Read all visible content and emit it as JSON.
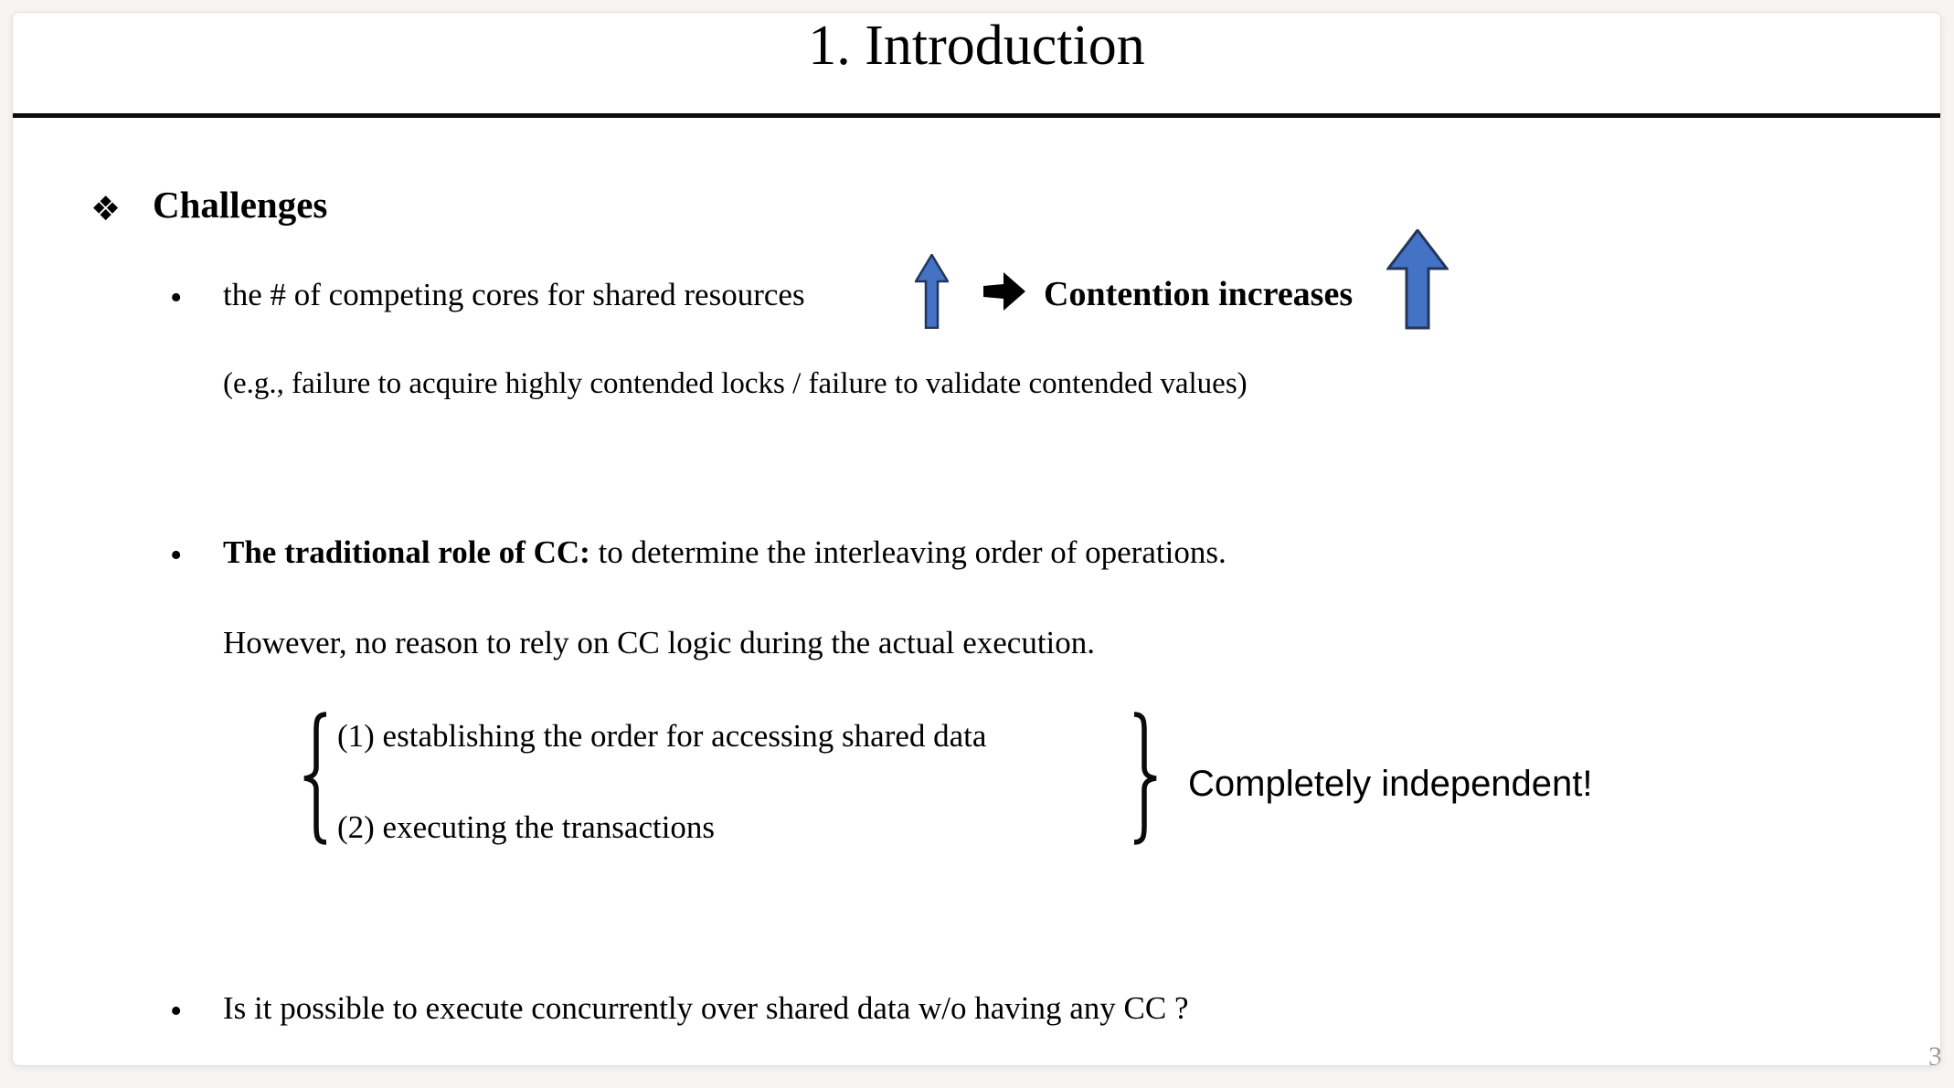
{
  "slide": {
    "title": "1. Introduction",
    "page_number": "3",
    "heading": {
      "bullet_glyph": "❖",
      "text": "Challenges"
    },
    "bullet1": {
      "marker": "•",
      "text": "the # of competing cores for shared resources",
      "emphasis": "Contention increases",
      "note": "(e.g., failure to acquire highly contended locks / failure to validate contended values)"
    },
    "bullet2": {
      "marker": "•",
      "lead_bold": "The traditional role of CC:",
      "lead_rest": " to determine the interleaving order of operations.",
      "line2": "However, no reason to rely on CC logic during the actual execution.",
      "items": [
        {
          "label": "(1) establishing the order for accessing shared data"
        },
        {
          "label": "(2) executing the transactions"
        }
      ],
      "annotation": "Completely independent!"
    },
    "bullet3": {
      "marker": "•",
      "text": "Is it possible to execute concurrently over shared data w/o having any CC ?"
    },
    "icons": {
      "up_arrow_small": "up-block-arrow",
      "up_arrow_large": "up-block-arrow",
      "right_arrow": "right-block-arrow",
      "left_brace": "curly-brace-left",
      "right_brace": "curly-brace-right"
    },
    "colors": {
      "arrow_fill": "#4472C4",
      "arrow_stroke": "#24355B",
      "rule": "#0D0D0D",
      "page_number": "#9B958D"
    }
  }
}
